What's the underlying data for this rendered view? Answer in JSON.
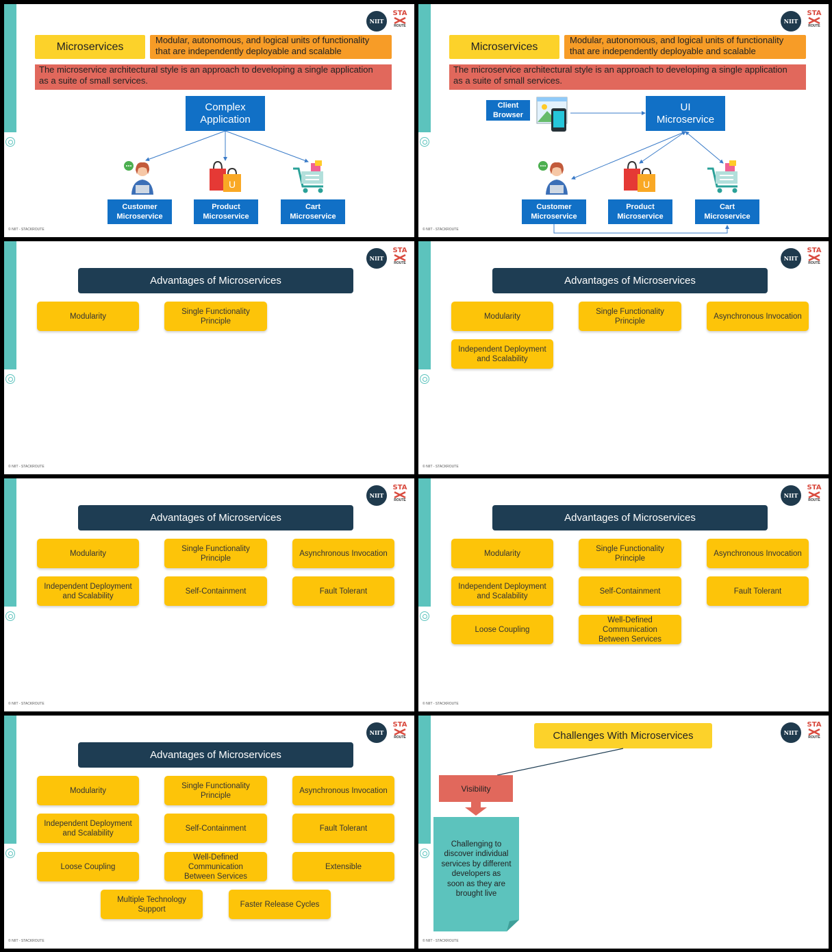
{
  "footer": "© NIIT - STACKROUTE",
  "logo": {
    "niit": "NIIT",
    "stack_top": "STA",
    "stack_bottom": "ROUTE"
  },
  "slide1": {
    "title": "Microservices",
    "definition_line1": "Modular, autonomous, and logical units of functionality",
    "definition_line2": "that are independently deployable and scalable",
    "description_line1": "The microservice architectural style is an approach to developing a single application",
    "description_line2": "as a suite of small services.",
    "complex_line1": "Complex",
    "complex_line2": "Application",
    "customer_line1": "Customer",
    "customer_line2": "Microservice",
    "product_line1": "Product",
    "product_line2": "Microservice",
    "cart_line1": "Cart",
    "cart_line2": "Microservice"
  },
  "slide2": {
    "client_line1": "Client",
    "client_line2": "Browser",
    "ui_line1": "UI",
    "ui_line2": "Microservice"
  },
  "advantages": {
    "heading": "Advantages of Microservices",
    "modularity": "Modularity",
    "single_line1": "Single Functionality",
    "single_line2": "Principle",
    "async": "Asynchronous Invocation",
    "indep_line1": "Independent Deployment",
    "indep_line2": "and Scalability",
    "self": "Self-Containment",
    "fault": "Fault Tolerant",
    "loose": "Loose Coupling",
    "welldef_line1": "Well-Defined",
    "welldef_line2": "Communication",
    "welldef_line3": "Between Services",
    "extensible": "Extensible",
    "multi_line1": "Multiple Technology",
    "multi_line2": "Support",
    "faster": "Faster Release Cycles"
  },
  "challenges": {
    "heading": "Challenges With Microservices",
    "visibility": "Visibility",
    "note_lines": [
      "Challenging to",
      "discover individual",
      "services by different",
      "developers as",
      "soon as they are",
      "brought live"
    ]
  },
  "colors": {
    "teal": "#5cc3bd",
    "yellow": "#fcd22a",
    "orange": "#f79c27",
    "red": "#e1685c",
    "blue": "#1170c6",
    "navy": "#1e3d53",
    "pill": "#fdc409"
  }
}
